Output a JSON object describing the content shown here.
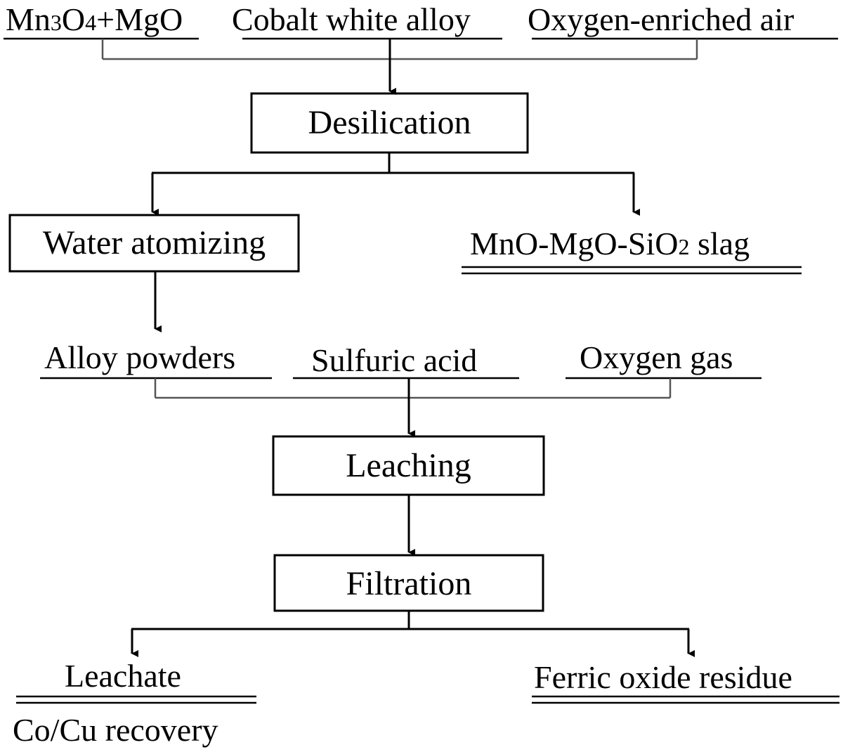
{
  "inputs_top": {
    "mn3o4_mgo": {
      "pre": "Mn",
      "sub1": "3",
      "mid": "O",
      "sub2": "4",
      "post": "+MgO"
    },
    "cobalt_white_alloy": "Cobalt white alloy",
    "oxygen_enriched_air": "Oxygen-enriched air"
  },
  "steps": {
    "desilication": "Desilication",
    "water_atomizing": "Water atomizing",
    "leaching": "Leaching",
    "filtration": "Filtration"
  },
  "products": {
    "slag": {
      "pre": "MnO-MgO-SiO",
      "sub": "2",
      "post": " slag"
    },
    "alloy_powders": "Alloy powders",
    "leachate": "Leachate",
    "co_cu_recovery": "Co/Cu recovery",
    "ferric_oxide_residue": "Ferric oxide residue"
  },
  "inputs_leach": {
    "sulfuric_acid": "Sulfuric acid",
    "oxygen_gas": "Oxygen gas"
  }
}
